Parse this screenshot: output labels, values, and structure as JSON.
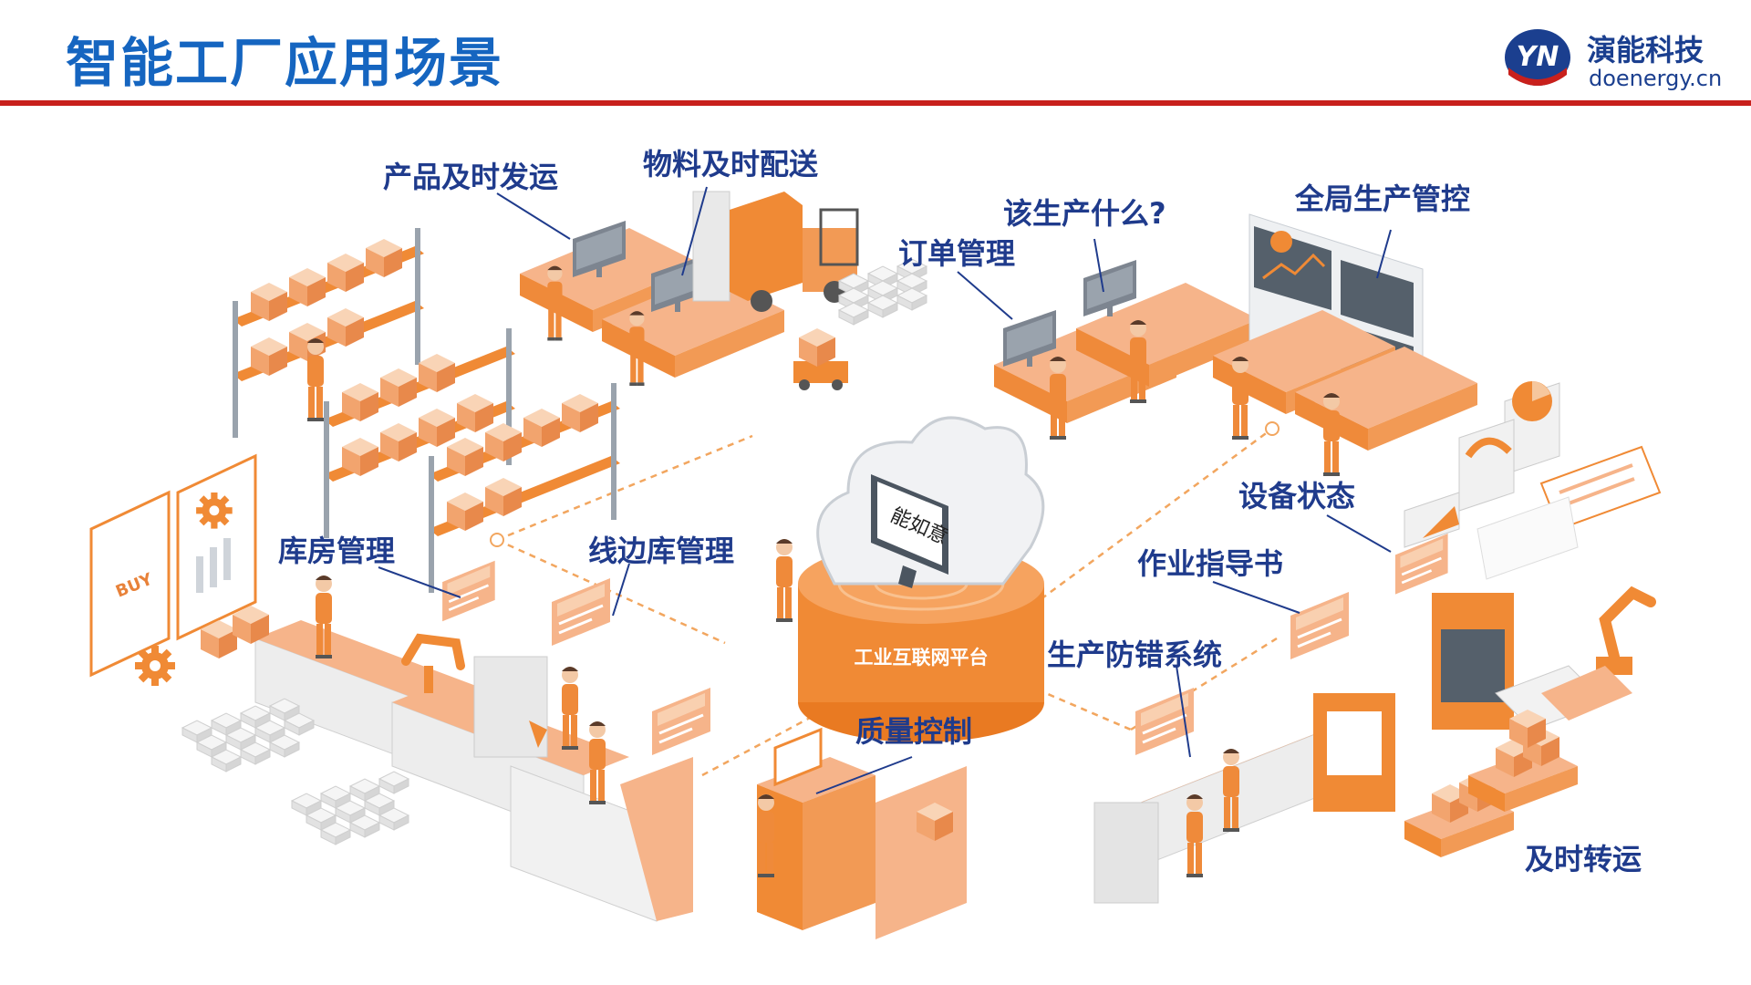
{
  "header": {
    "title": "智能工厂应用场景",
    "brand_name": "演能科技",
    "brand_url": "doenergy.cn",
    "logo_letters": "YN"
  },
  "platform": {
    "monitor_label": "能如意",
    "base_label": "工业互联网平台"
  },
  "docs": {
    "buy_label": "BUY"
  },
  "callouts": {
    "product_shipping": "产品及时发运",
    "material_delivery": "物料及时配送",
    "order_management": "订单管理",
    "what_to_produce": "该生产什么?",
    "global_control": "全局生产管控",
    "warehouse_management": "库房管理",
    "lineside_inventory": "线边库管理",
    "equipment_status": "设备状态",
    "work_instructions": "作业指导书",
    "error_proofing": "生产防错系统",
    "quality_control": "质量控制",
    "timely_transfer": "及时转运"
  },
  "colors": {
    "title_blue": "#1565c0",
    "callout_navy": "#1f3b8c",
    "accent_red": "#c8201c",
    "factory_orange": "#f08a35",
    "factory_peach": "#f6b48a",
    "machine_gray": "#e6e6e6"
  },
  "icons": [
    "gear-icon",
    "cloud-icon",
    "monitor-icon",
    "box-icon",
    "forklift-icon",
    "robot-arm-icon",
    "worker-icon",
    "chart-icon",
    "pie-chart-icon"
  ]
}
